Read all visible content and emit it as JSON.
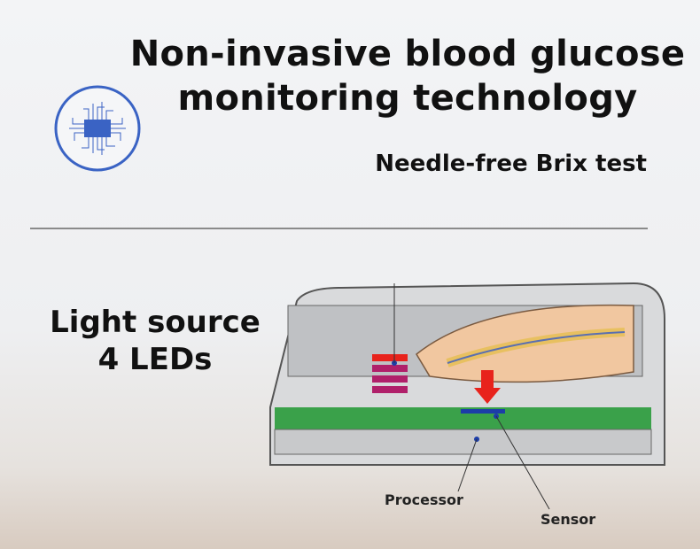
{
  "title": {
    "line1": "Non-invasive blood glucose",
    "line2": "monitoring technology"
  },
  "subtitle": "Needle-free Brix test",
  "feature": {
    "line1": "Light source",
    "line2": "4 LEDs"
  },
  "callouts": {
    "processor": "Processor",
    "sensor": "Sensor"
  },
  "colors": {
    "accent_blue": "#3a63c4",
    "led_red": "#e8231c",
    "pcb_green": "#3aa14a"
  }
}
